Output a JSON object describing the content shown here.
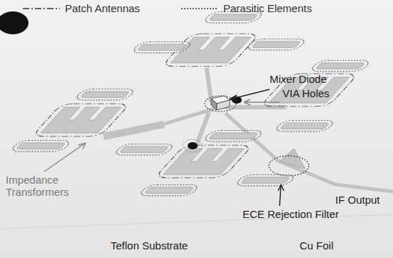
{
  "diagram": {
    "labels": [
      "Mixer Diode",
      "VIA Holes",
      "Impedance Transformers",
      "IF Output",
      "ECE Rejection Filter",
      "Teflon Substrate",
      "Cu Foil"
    ],
    "legend": [
      {
        "text": "Patch Antennas"
      },
      {
        "text": "Parasitic Elements"
      }
    ]
  }
}
